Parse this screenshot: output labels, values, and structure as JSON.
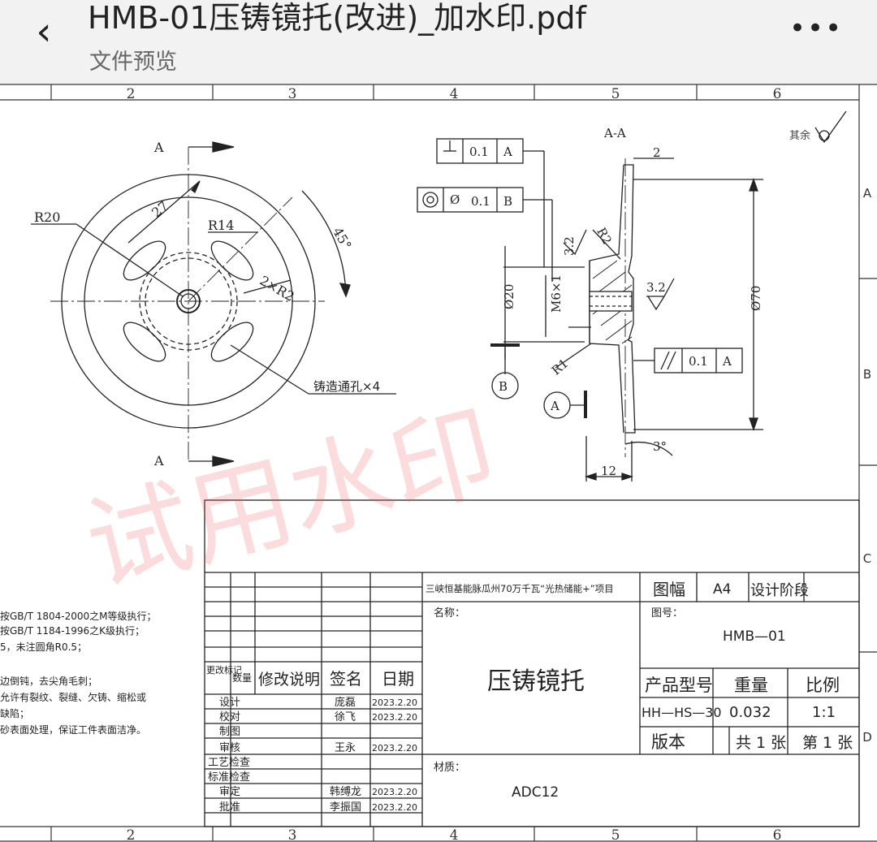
{
  "header": {
    "back_icon": "chevron-left-icon",
    "title": "HMB-01压铸镜托(改进)_加水印.pdf",
    "subtitle": "文件预览",
    "more_icon": "more-horizontal-icon"
  },
  "watermark": "试用水印",
  "drawing": {
    "col_numbers": [
      "2",
      "3",
      "4",
      "5",
      "6"
    ],
    "row_letters": [
      "A",
      "B",
      "C",
      "D"
    ],
    "section_label": "A",
    "section_title": "A-A",
    "roughness_other": "其余",
    "dims": {
      "r20": "R20",
      "d27": "27",
      "r14": "R14",
      "a45": "45°",
      "r2x2": "2×R2",
      "holes": "铸造通孔×4",
      "d2": "2",
      "r2": "R2",
      "ra32a": "3.2",
      "ra32b": "3.2",
      "phi20": "Ø20",
      "m6": "M6×1",
      "phi70": "Ø70",
      "r1": "R1",
      "d12": "12",
      "a3": "3°"
    },
    "gdt": {
      "perp_value": "0.1",
      "perp_datum": "A",
      "conc_phi": "Ø",
      "conc_value": "0.1",
      "conc_datum": "B",
      "par_value": "0.1",
      "par_datum": "A"
    },
    "datums": {
      "a": "A",
      "b": "B"
    },
    "notes": [
      "按GB/T 1804-2000之M等级执行；",
      "按GB/T 1184-1996之K级执行；",
      "5，未注圆角R0.5；",
      "边倒钝，去尖角毛刺；",
      "允许有裂纹、裂缝、欠铸、缩松或",
      "缺陷；",
      "砂表面处理，保证工件表面洁净。"
    ]
  },
  "titleblock": {
    "project": "三峡恒基能脉瓜州70万千瓦“光热储能+”项目",
    "format_label": "图幅",
    "format_value": "A4",
    "stage_label": "设计阶段",
    "name_label": "名称：",
    "part_name": "压铸镜托",
    "drawing_no_label": "图号：",
    "drawing_no": "HMB—01",
    "model_label": "产品型号",
    "weight_label": "重量",
    "scale_label": "比例",
    "model_value": "HH—HS—30",
    "weight_value": "0.032",
    "scale_value": "1:1",
    "version_label": "版本",
    "total_sheets": "共 1 张",
    "sheet_no": "第 1 张",
    "material_label": "材质：",
    "material": "ADC12",
    "change_headers": {
      "mark": "更改标记",
      "qty": "数量",
      "desc": "修改说明",
      "sign": "签名",
      "date": "日期"
    },
    "sign_rows": [
      {
        "role": "设计",
        "name": "庞磊",
        "date": "2023.2.20"
      },
      {
        "role": "校对",
        "name": "徐飞",
        "date": "2023.2.20"
      },
      {
        "role": "制图",
        "name": "",
        "date": ""
      },
      {
        "role": "审核",
        "name": "王永",
        "date": "2023.2.20"
      },
      {
        "role": "工艺检查",
        "name": "",
        "date": ""
      },
      {
        "role": "标准检查",
        "name": "",
        "date": ""
      },
      {
        "role": "审定",
        "name": "韩缚龙",
        "date": "2023.2.20"
      },
      {
        "role": "批准",
        "name": "李振国",
        "date": "2023.2.20"
      }
    ]
  }
}
